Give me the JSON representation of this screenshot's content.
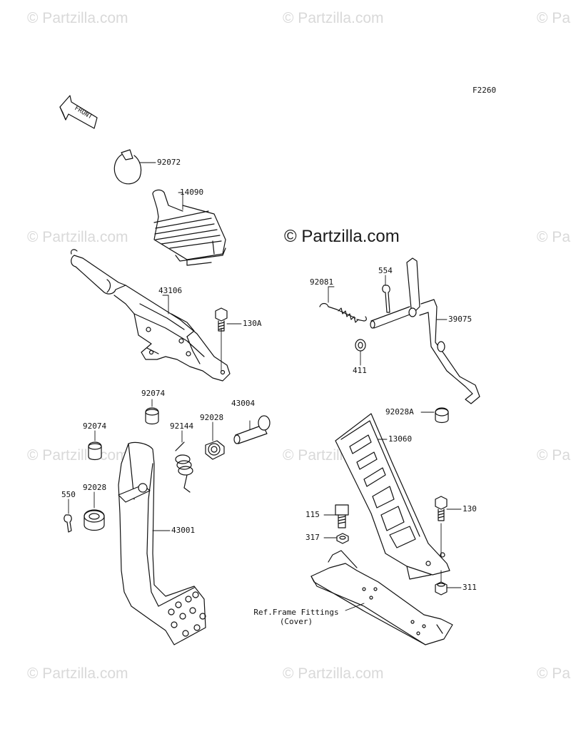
{
  "watermark_text": "© Partzilla.com",
  "figure_code": "F2260",
  "front_arrow_label": "FRONT",
  "reference_note": [
    "Ref.Frame Fittings",
    "(Cover)"
  ],
  "parts": [
    {
      "id": "p92072",
      "label": "92072"
    },
    {
      "id": "p14090",
      "label": "14090"
    },
    {
      "id": "p43106",
      "label": "43106"
    },
    {
      "id": "p130A",
      "label": "130A"
    },
    {
      "id": "p92081",
      "label": "92081"
    },
    {
      "id": "p554",
      "label": "554"
    },
    {
      "id": "p39075",
      "label": "39075"
    },
    {
      "id": "p411",
      "label": "411"
    },
    {
      "id": "p92074a",
      "label": "92074"
    },
    {
      "id": "p43004",
      "label": "43004"
    },
    {
      "id": "p92144",
      "label": "92144"
    },
    {
      "id": "p92028a",
      "label": "92028"
    },
    {
      "id": "p92074b",
      "label": "92074"
    },
    {
      "id": "p550",
      "label": "550"
    },
    {
      "id": "p92028b",
      "label": "92028"
    },
    {
      "id": "p43001",
      "label": "43001"
    },
    {
      "id": "p92028A",
      "label": "92028A"
    },
    {
      "id": "p13060",
      "label": "13060"
    },
    {
      "id": "p130",
      "label": "130"
    },
    {
      "id": "p115",
      "label": "115"
    },
    {
      "id": "p317",
      "label": "317"
    },
    {
      "id": "p311",
      "label": "311"
    }
  ]
}
